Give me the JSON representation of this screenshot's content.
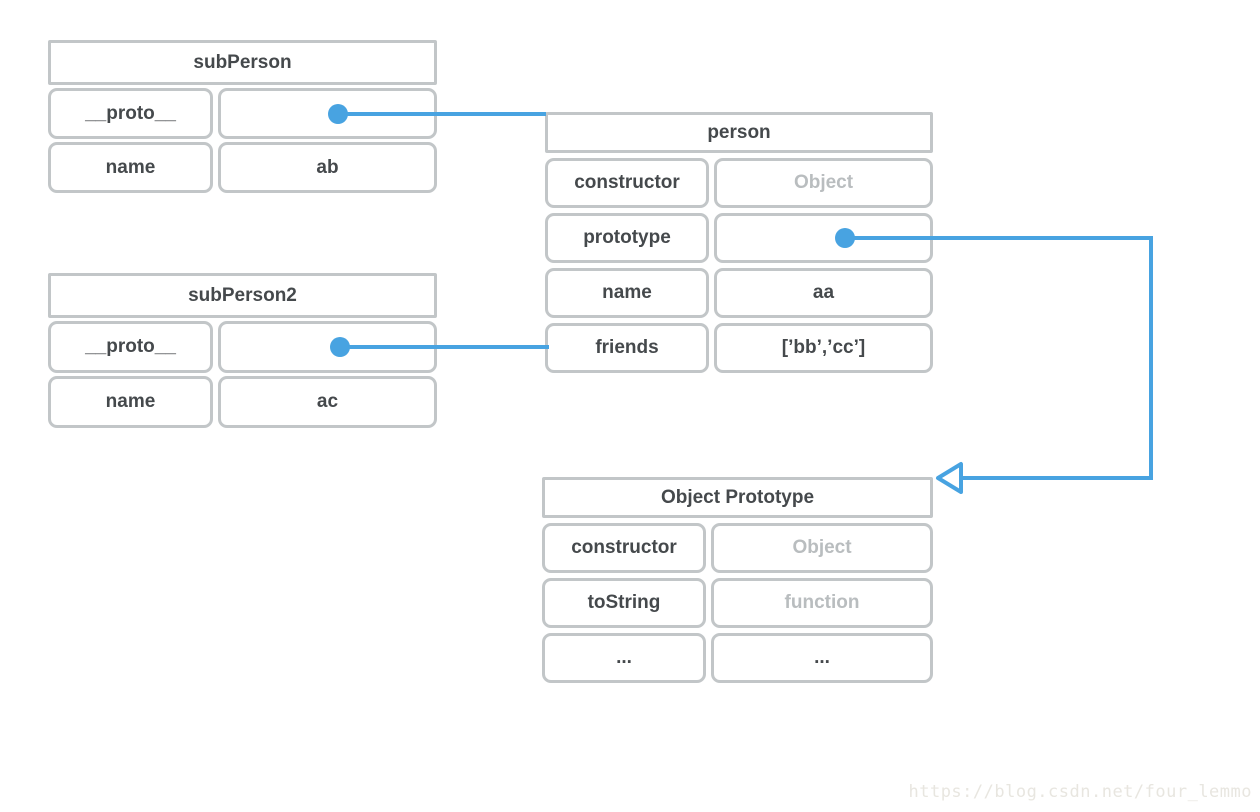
{
  "canvas": {
    "background": "#ffffff"
  },
  "colors": {
    "accent_blue": "#48a3e1",
    "border_gray": "#c2c6c8",
    "text_dark": "#45494c",
    "text_muted": "#b9bdbf",
    "watermark": "#e8e6e0"
  },
  "icons": {
    "pointer_dot": "filled-circle",
    "inherit_arrowhead": "open-left-triangle"
  },
  "tables": [
    {
      "title": "subPerson",
      "rows": [
        {
          "key": "__proto__",
          "value": ""
        },
        {
          "key": "name",
          "value": "ab"
        }
      ]
    },
    {
      "title": "subPerson2",
      "rows": [
        {
          "key": "__proto__",
          "value": ""
        },
        {
          "key": "name",
          "value": "ac"
        }
      ]
    },
    {
      "title": "person",
      "rows": [
        {
          "key": "constructor",
          "value": "Object",
          "muted": true
        },
        {
          "key": "prototype",
          "value": ""
        },
        {
          "key": "name",
          "value": "aa"
        },
        {
          "key": "friends",
          "value": "[’bb’,’cc’]"
        }
      ]
    },
    {
      "title": "Object Prototype",
      "rows": [
        {
          "key": "constructor",
          "value": "Object",
          "muted": true
        },
        {
          "key": "toString",
          "value": "function",
          "muted": true
        },
        {
          "key": "...",
          "value": "..."
        }
      ]
    }
  ],
  "connections": [
    {
      "from": "subPerson.__proto__",
      "to": "person"
    },
    {
      "from": "subPerson2.__proto__",
      "to": "person"
    },
    {
      "from": "person.prototype",
      "to": "Object Prototype"
    }
  ],
  "watermark": {
    "text": "https://blog.csdn.net/four_lemmo"
  }
}
